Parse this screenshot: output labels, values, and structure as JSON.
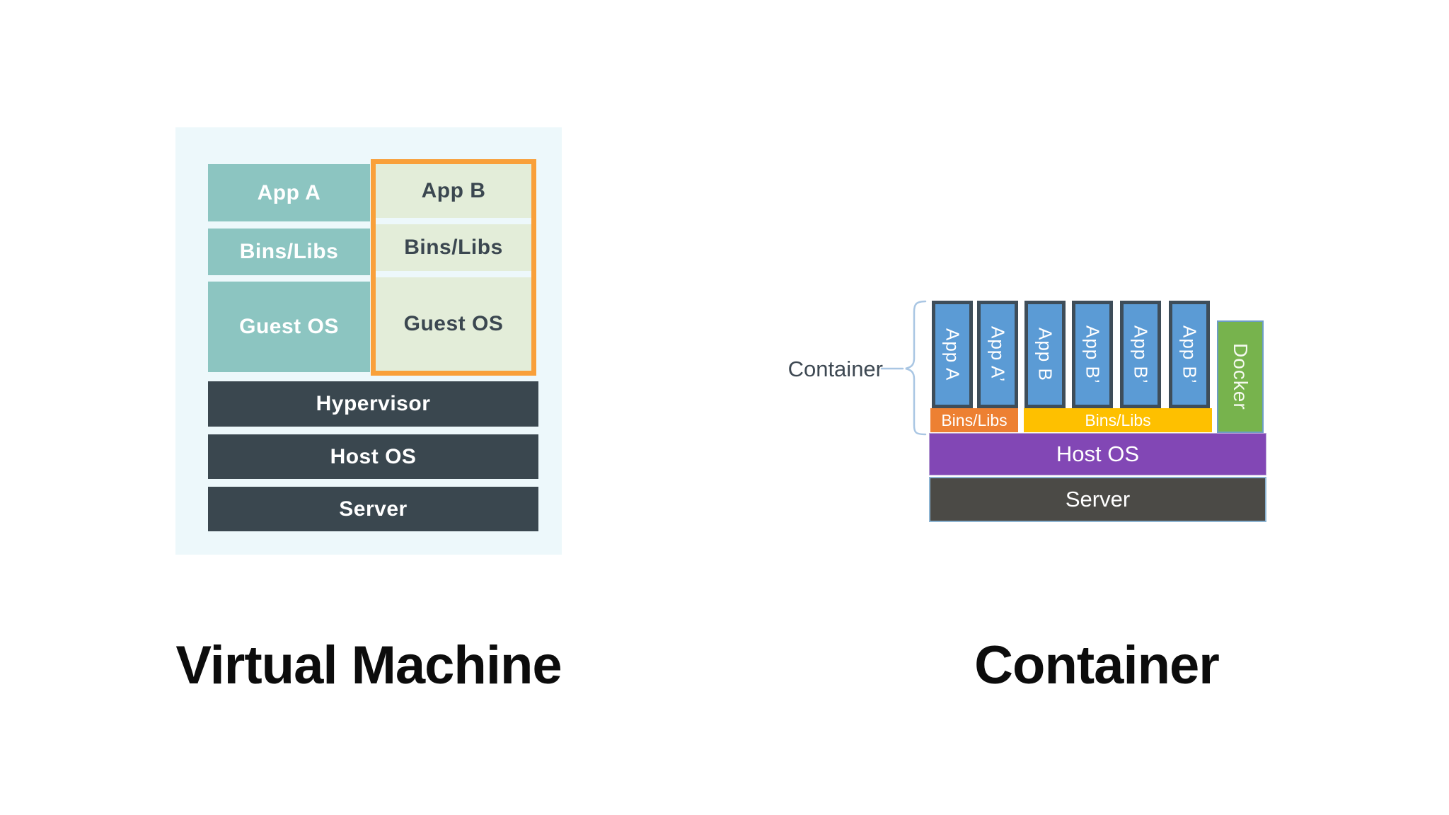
{
  "titles": {
    "left": "Virtual Machine",
    "right": "Container"
  },
  "vm_diagram": {
    "vm_a": {
      "app": "App A",
      "bins": "Bins/Libs",
      "guest": "Guest OS"
    },
    "vm_b": {
      "app": "App B",
      "bins": "Bins/Libs",
      "guest": "Guest OS"
    },
    "layers": {
      "hypervisor": "Hypervisor",
      "host_os": "Host OS",
      "server": "Server"
    },
    "colors": {
      "panel_bg": "#edf8fb",
      "vm_a_box": "#8cc5c1",
      "vm_b_box": "#e3edd9",
      "vm_b_border": "#f9a03a",
      "layer_box": "#3a474f",
      "light_text": "#ffffff",
      "dark_text": "#3b4750"
    }
  },
  "container_diagram": {
    "label": "Container",
    "apps": [
      "App A",
      "App A’",
      "App B",
      "App B’",
      "App B’",
      "App B’"
    ],
    "bins_a": "Bins/Libs",
    "bins_b": "Bins/Libs",
    "docker": "Docker",
    "host_os": "Host OS",
    "server": "Server",
    "colors": {
      "app_box": "#5b9bd5",
      "app_border": "#3e4d59",
      "bins_a": "#ed8032",
      "bins_b": "#fec000",
      "docker": "#77b34d",
      "host_os": "#8247b5",
      "server": "#4b4a46",
      "brace": "#a9c6e3"
    }
  }
}
